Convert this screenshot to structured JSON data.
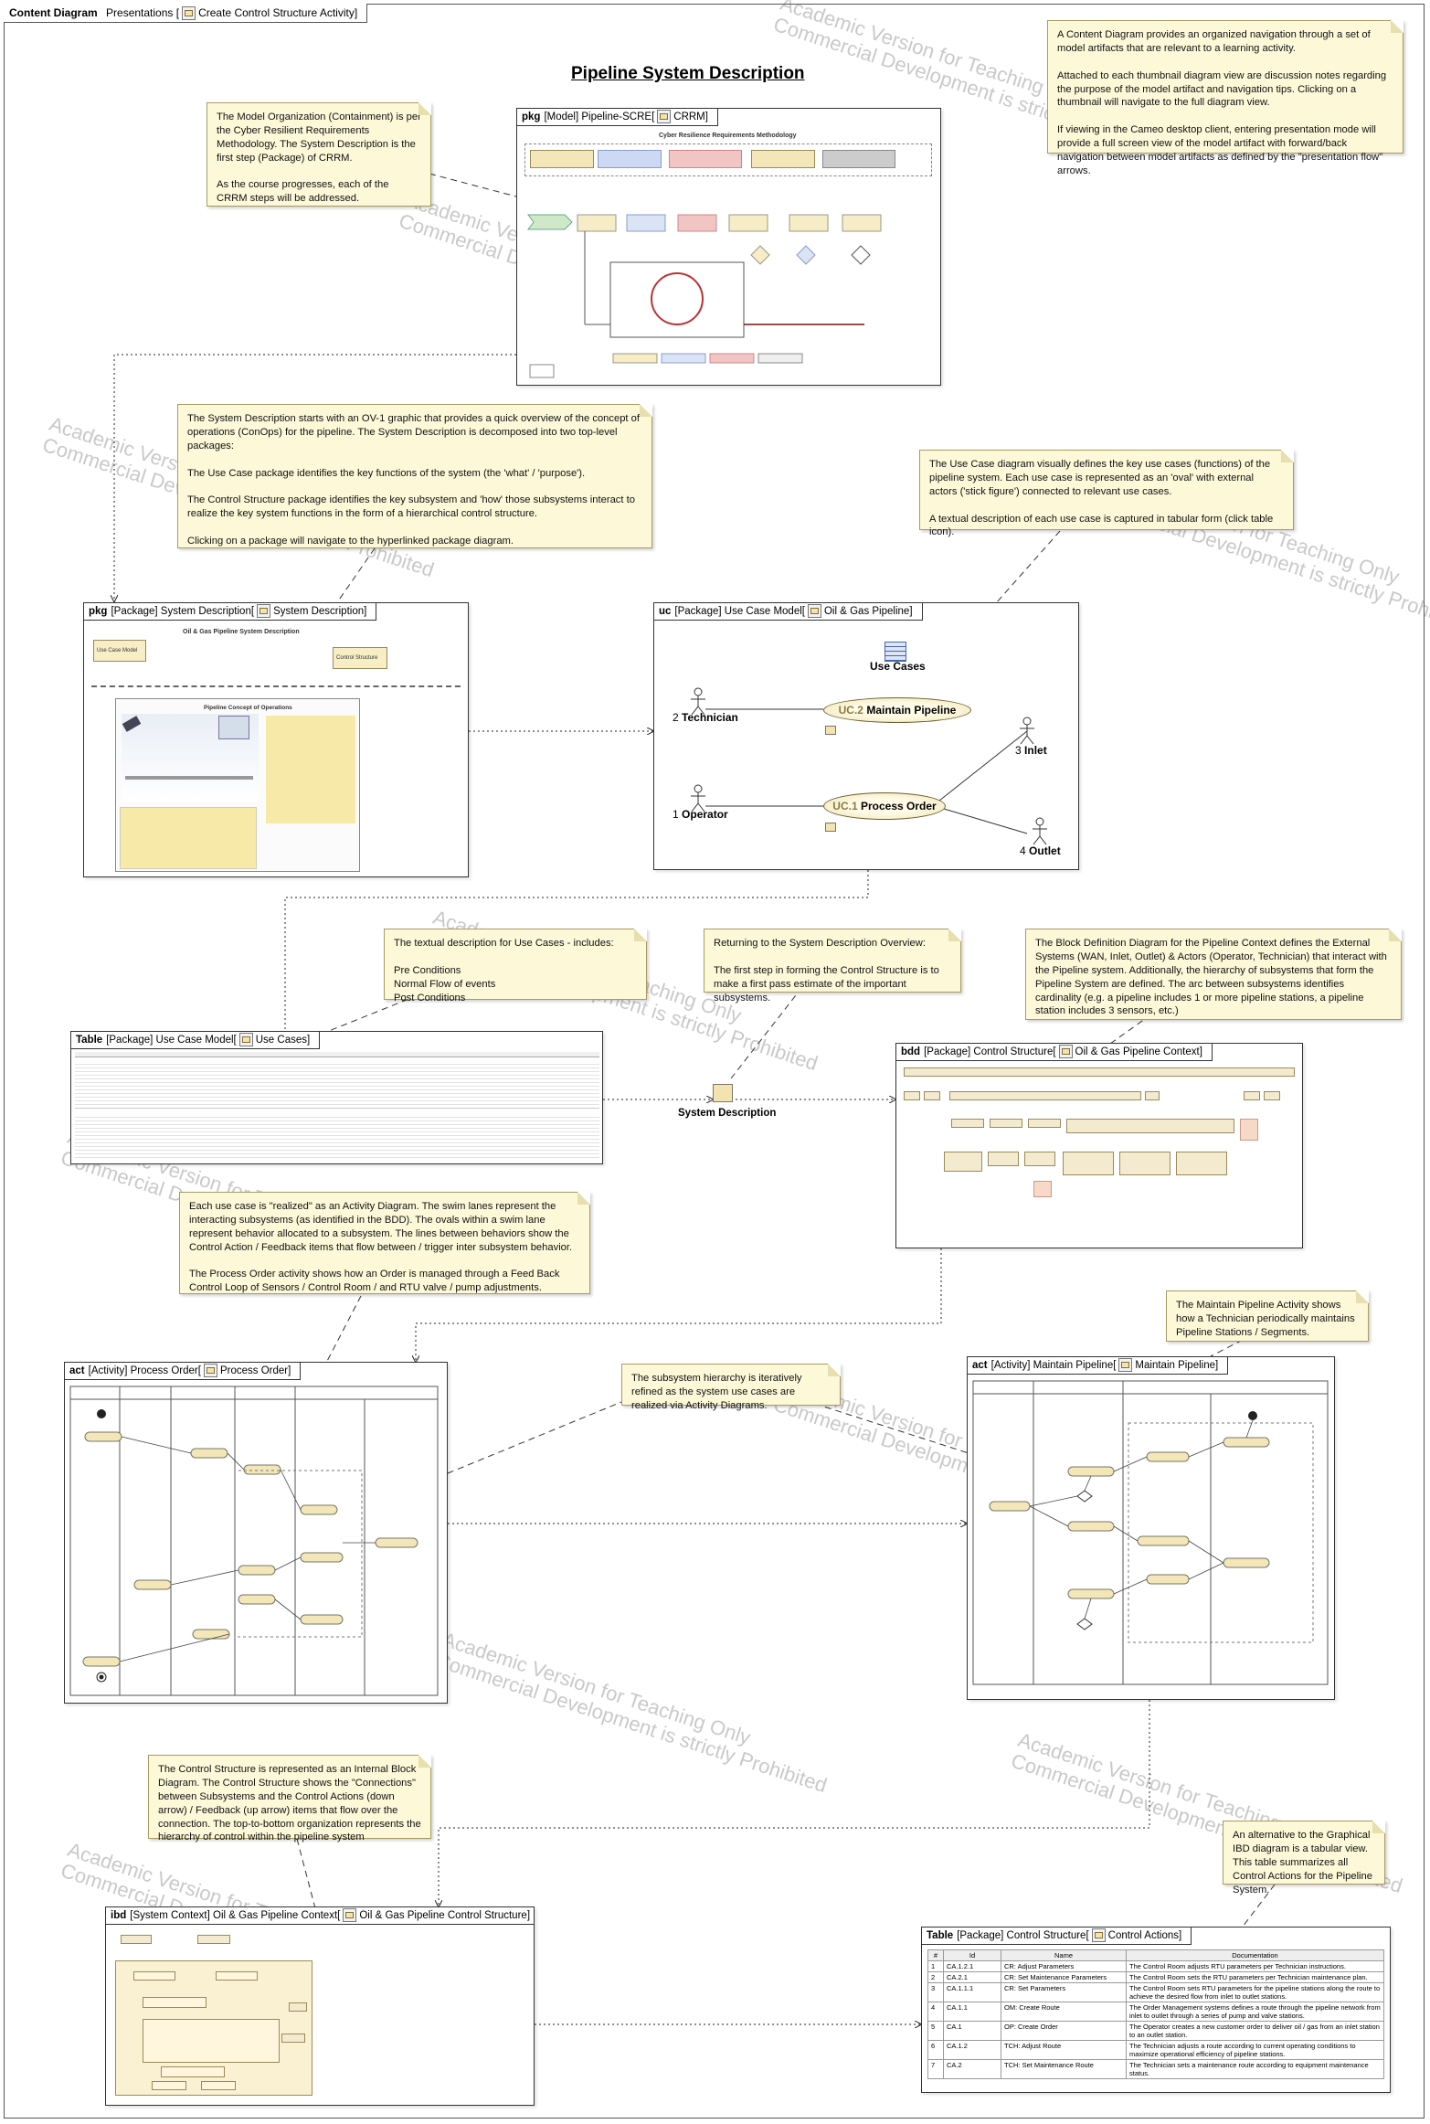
{
  "frame": {
    "kind": "Content Diagram",
    "path": "Presentations",
    "name": "Create Control Structure Activity"
  },
  "title": "Pipeline System Description",
  "watermark": {
    "line1": "Academic Version for Teaching Only",
    "line2": "Commercial Development is strictly Prohibited",
    "short": "ibited"
  },
  "notes": {
    "overview": "A Content Diagram provides an organized navigation through a set of model artifacts that are relevant to a learning activity.\n\nAttached to each thumbnail diagram view are discussion notes regarding the purpose of the model artifact and navigation tips. Clicking on a thumbnail will navigate to the full diagram view.\n\nIf viewing in the Cameo desktop client, entering presentation mode will provide a full screen view of the model artifact with forward/back navigation between model artifacts as defined by the \"presentation flow\" arrows.",
    "model_org": "The Model Organization (Containment) is per the Cyber Resilient Requirements Methodology. The System Description is the first step (Package) of CRRM.\n\nAs the course progresses, each of the CRRM steps will be addressed.",
    "sys_desc": "The System Description starts with an OV-1 graphic that provides a quick overview of the concept of operations (ConOps) for the pipeline.  The System Description is decomposed into two top-level packages:\n\nThe Use Case package identifies the key functions of the system (the 'what' / 'purpose').\n\nThe Control Structure package identifies the key subsystem and 'how' those subsystems interact to realize the key system functions in the form of a hierarchical control structure.\n\nClicking on a package will navigate to the hyperlinked package diagram.",
    "use_case": "The Use Case diagram visually defines the key use cases (functions) of the pipeline system.  Each use case is represented as an 'oval' with external actors ('stick figure') connected to relevant use cases.\n\nA textual description of each use case is captured in tabular form (click table icon).",
    "textual": "The textual description for Use Cases - includes:\n\nPre Conditions\nNormal Flow of events\nPost Conditions",
    "returning": "Returning to the System Description Overview:\n\nThe first step in forming the Control Structure is to make a first pass estimate of the important subsystems.",
    "bdd": "The Block Definition Diagram for the Pipeline Context defines the External Systems (WAN, Inlet, Outlet) & Actors (Operator, Technician) that interact with the Pipeline system.  Additionally, the hierarchy of subsystems that form the Pipeline System are defined. The arc between subsystems identifies cardinality (e.g. a pipeline includes 1 or more pipeline stations, a pipeline station includes 3 sensors, etc.)",
    "realized": "Each use case is \"realized\" as an Activity Diagram. The swim lanes represent the interacting subsystems (as identified in the BDD). The ovals within a swim lane represent behavior allocated to a subsystem. The lines between behaviors show the Control Action / Feedback items that flow between / trigger inter subsystem behavior.\n\nThe Process Order activity shows how an Order is managed through a Feed Back Control Loop of Sensors / Control Room / and RTU valve / pump adjustments.",
    "maintain": "The Maintain Pipeline Activity shows how a Technician periodically maintains Pipeline Stations / Segments.",
    "hierarchy": "The subsystem hierarchy is iteratively refined as the system use cases are realized via Activity Diagrams.",
    "ibd": "The Control Structure is represented as an Internal Block Diagram. The Control Structure shows the \"Connections\" between Subsystems and the Control Actions (down arrow) / Feedback (up arrow) items that flow over the connection. The top-to-bottom organization represents the hierarchy of control within the pipeline system",
    "alt": "An alternative to the Graphical IBD diagram is a tabular view. This table summarizes all Control Actions for the Pipeline System."
  },
  "diagrams": {
    "crrm": {
      "kind": "pkg",
      "ctx": "[Model] Pipeline-SCRE",
      "name": "CRRM",
      "inner_title": "Cyber Resilience Requirements Methodology"
    },
    "sysdesc": {
      "kind": "pkg",
      "ctx": "[Package] System Description",
      "name": "System Description",
      "inner_title": "Oil & Gas Pipeline System Description",
      "pkg1": "Use Case Model",
      "pkg2": "Control Structure",
      "ov1_title": "Pipeline Concept of Operations"
    },
    "uc": {
      "kind": "uc",
      "ctx": "[Package] Use Case Model",
      "name": "Oil & Gas Pipeline",
      "table_label": "Use Cases",
      "uc2_id": "UC.2",
      "uc2_name": "Maintain Pipeline",
      "uc1_id": "UC.1",
      "uc1_name": "Process Order",
      "a2_num": "2",
      "a2_name": "Technician",
      "a1_num": "1",
      "a1_name": "Operator",
      "a3_num": "3",
      "a3_name": "Inlet",
      "a4_num": "4",
      "a4_name": "Outlet"
    },
    "uctable": {
      "kind": "Table",
      "ctx": "[Package] Use Case Model",
      "name": "Use Cases"
    },
    "bdd": {
      "kind": "bdd",
      "ctx": "[Package] Control Structure",
      "name": "Oil & Gas Pipeline Context"
    },
    "act1": {
      "kind": "act",
      "ctx": "[Activity] Process Order",
      "name": "Process Order"
    },
    "act2": {
      "kind": "act",
      "ctx": "[Activity] Maintain Pipeline",
      "name": "Maintain Pipeline"
    },
    "ibd": {
      "kind": "ibd",
      "ctx": "[System Context] Oil & Gas Pipeline Context",
      "name": "Oil & Gas Pipeline Control Structure"
    },
    "catable": {
      "kind": "Table",
      "ctx": "[Package] Control Structure",
      "name": "Control Actions"
    }
  },
  "sysdesc_link": "System Description",
  "control_actions": {
    "headers": [
      "#",
      "Id",
      "Name",
      "Documentation"
    ],
    "rows": [
      [
        "1",
        "CA.1.2.1",
        "CR: Adjust Parameters",
        "The Control Room adjusts RTU parameters per Technician instructions."
      ],
      [
        "2",
        "CA.2.1",
        "CR: Set Maintenance Parameters",
        "The Control Room sets the RTU parameters per Technician maintenance plan."
      ],
      [
        "3",
        "CA.1.1.1",
        "CR: Set Parameters",
        "The Control Room sets RTU parameters for the pipeline stations along the route to achieve the desired flow from inlet to outlet stations."
      ],
      [
        "4",
        "CA.1.1",
        "OM: Create Route",
        "The Order Management systems defines a route through the pipeline network from inlet to outlet through a series of pump and valve stations."
      ],
      [
        "5",
        "CA.1",
        "OP: Create Order",
        "The Operator creates a new customer order to deliver oil / gas from an inlet station to an outlet station."
      ],
      [
        "6",
        "CA.1.2",
        "TCH: Adjust Route",
        "The Technician adjusts a route according to current operating conditions to maximize operational efficiency of pipeline stations."
      ],
      [
        "7",
        "CA.2",
        "TCH: Set Maintenance Route",
        "The Technician sets a maintenance route according to equipment maintenance status."
      ]
    ]
  },
  "colors": {
    "note_bg": "#fdf8d8",
    "note_border": "#a89c62",
    "block": "#f4ead0",
    "usecase": "#f7eec6"
  }
}
